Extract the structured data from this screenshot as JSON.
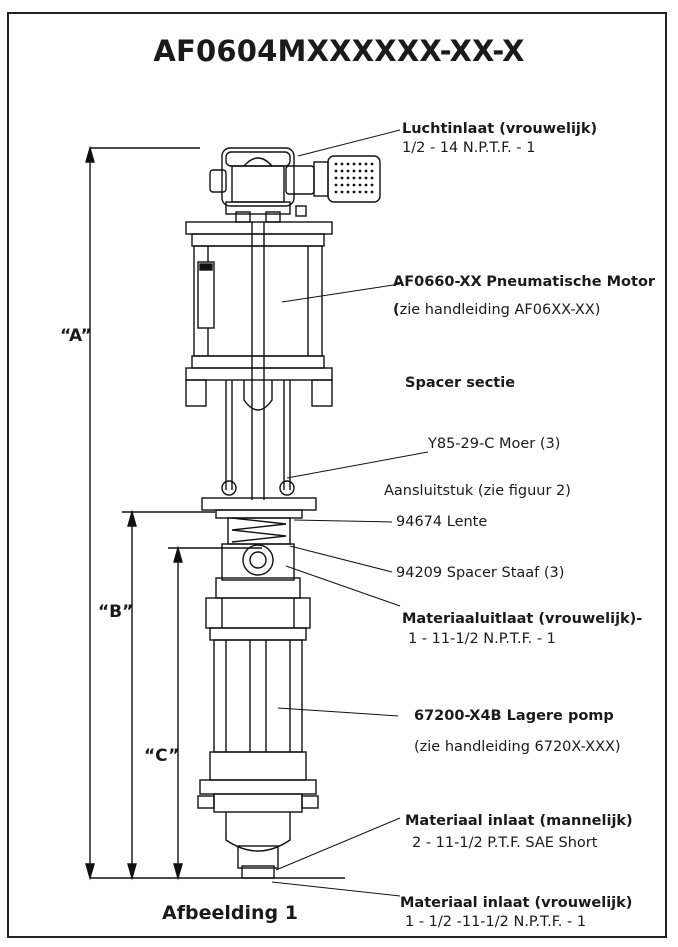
{
  "title": "AF0604MXXXXXX-XX-X",
  "figure_caption": "Afbeelding 1",
  "dimensions": {
    "a": "“A”",
    "b": "“B”",
    "c": "“C”"
  },
  "callouts": {
    "air_inlet_title": "Luchtinlaat (vrouwelijk)",
    "air_inlet_spec": "1/2 - 14 N.P.T.F. - 1",
    "motor_part": "AF0660-XX",
    "motor_title": "Pneumatische Motor",
    "motor_ref_open": "(",
    "motor_ref": "zie handleiding AF06XX-XX)",
    "spacer_section": "Spacer sectie",
    "nut_part": "Y85-29-C",
    "nut_label": "Moer (3)",
    "adapter": "Aansluitstuk (zie figuur 2)",
    "spring_part": "94674",
    "spring_label": "Lente",
    "rod_part": "94209",
    "rod_label": "Spacer Staaf (3)",
    "outlet_title": "Materiaaluitlaat (vrouwelijk)-",
    "outlet_spec": "1 - 11-1/2 N.P.T.F. - 1",
    "pump_part": "67200-X4B",
    "pump_title": "Lagere pomp",
    "pump_ref": "(zie handleiding 6720X-XXX)",
    "inlet_male_title": "Materiaal inlaat (mannelijk)",
    "inlet_male_spec": "2 - 11-1/2 P.T.F. SAE Short",
    "inlet_female_title": "Materiaal inlaat (vrouwelijk)",
    "inlet_female_spec": "1 - 1/2 -11-1/2 N.P.T.F. - 1"
  }
}
